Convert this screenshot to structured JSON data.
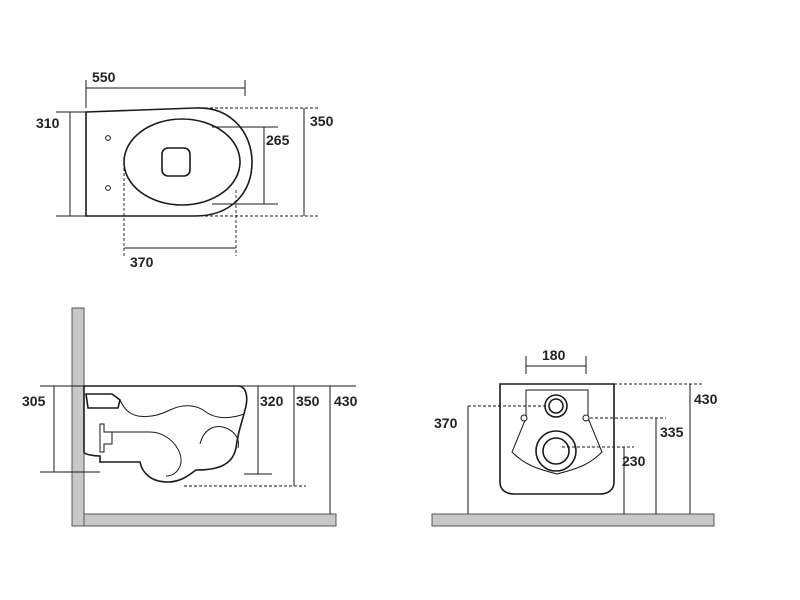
{
  "top_view": {
    "length_label": "550",
    "width_label": "310",
    "overall_width_label": "350",
    "seat_width_label": "265",
    "bowl_length_label": "370"
  },
  "side_view": {
    "rim_height_label": "305",
    "dim_320_label": "320",
    "dim_350_label": "350",
    "dim_430_label": "430"
  },
  "front_view": {
    "width_label": "180",
    "dim_370_label": "370",
    "dim_430_label": "430",
    "dim_335_label": "335",
    "dim_230_label": "230"
  }
}
